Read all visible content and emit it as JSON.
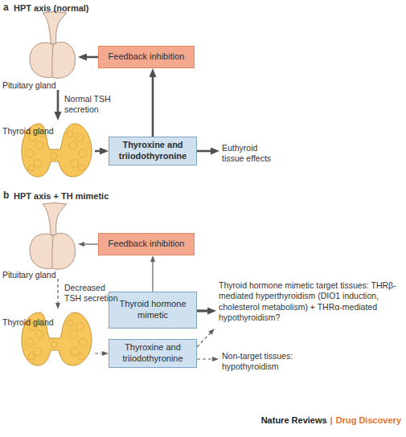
{
  "diagram": {
    "nodes": [
      {
        "text": [
          "Pituitary gland"
        ]
      },
      {
        "text": [
          "Feedback inhibition"
        ]
      },
      {
        "text": [
          "Thyroid gland"
        ]
      },
      {
        "text": [
          "Thyroxine and triiodothyronine"
        ]
      },
      {
        "text": [
          "Pituitary gland"
        ]
      },
      {
        "text": [
          "Feedback inhibition"
        ]
      },
      {
        "text": [
          "Thyroid hormone mimetic"
        ]
      },
      {
        "text": [
          "Thyroid gland"
        ]
      },
      {
        "text": [
          "Thyroxine and triiodothyronine"
        ]
      }
    ],
    "edges": [
      {
        "from": 1,
        "to": 0,
        "arrow": "to"
      },
      {
        "from": 0,
        "to": 2,
        "label": "Normal TSH secretion",
        "arrow": "to"
      },
      {
        "from": 2,
        "to": 3,
        "arrow": "to"
      },
      {
        "from": 3,
        "to": 1,
        "arrow": "to"
      },
      {
        "from": 5,
        "to": 4,
        "arrow": "to"
      },
      {
        "from": 4,
        "to": 7,
        "label": "Decreased TSH secretion",
        "arrow": "to"
      },
      {
        "from": 6,
        "to": 5,
        "arrow": "to"
      },
      {
        "from": 7,
        "to": 8,
        "arrow": "to"
      }
    ],
    "labels": [
      "a",
      "HPT axis (normal)",
      "Euthyroid tissue effects",
      "b",
      "HPT axis + TH mimetic",
      "Thyroid hormone mimetic target tissues: THRβ-mediated hyperthyroidism (DIO1 induction, cholesterol metabolism) + THRα-mediated hypothyroidism?",
      "Non-target tissues: hypothyroidism",
      "Nature Reviews",
      "|",
      "Drug Discovery"
    ]
  }
}
